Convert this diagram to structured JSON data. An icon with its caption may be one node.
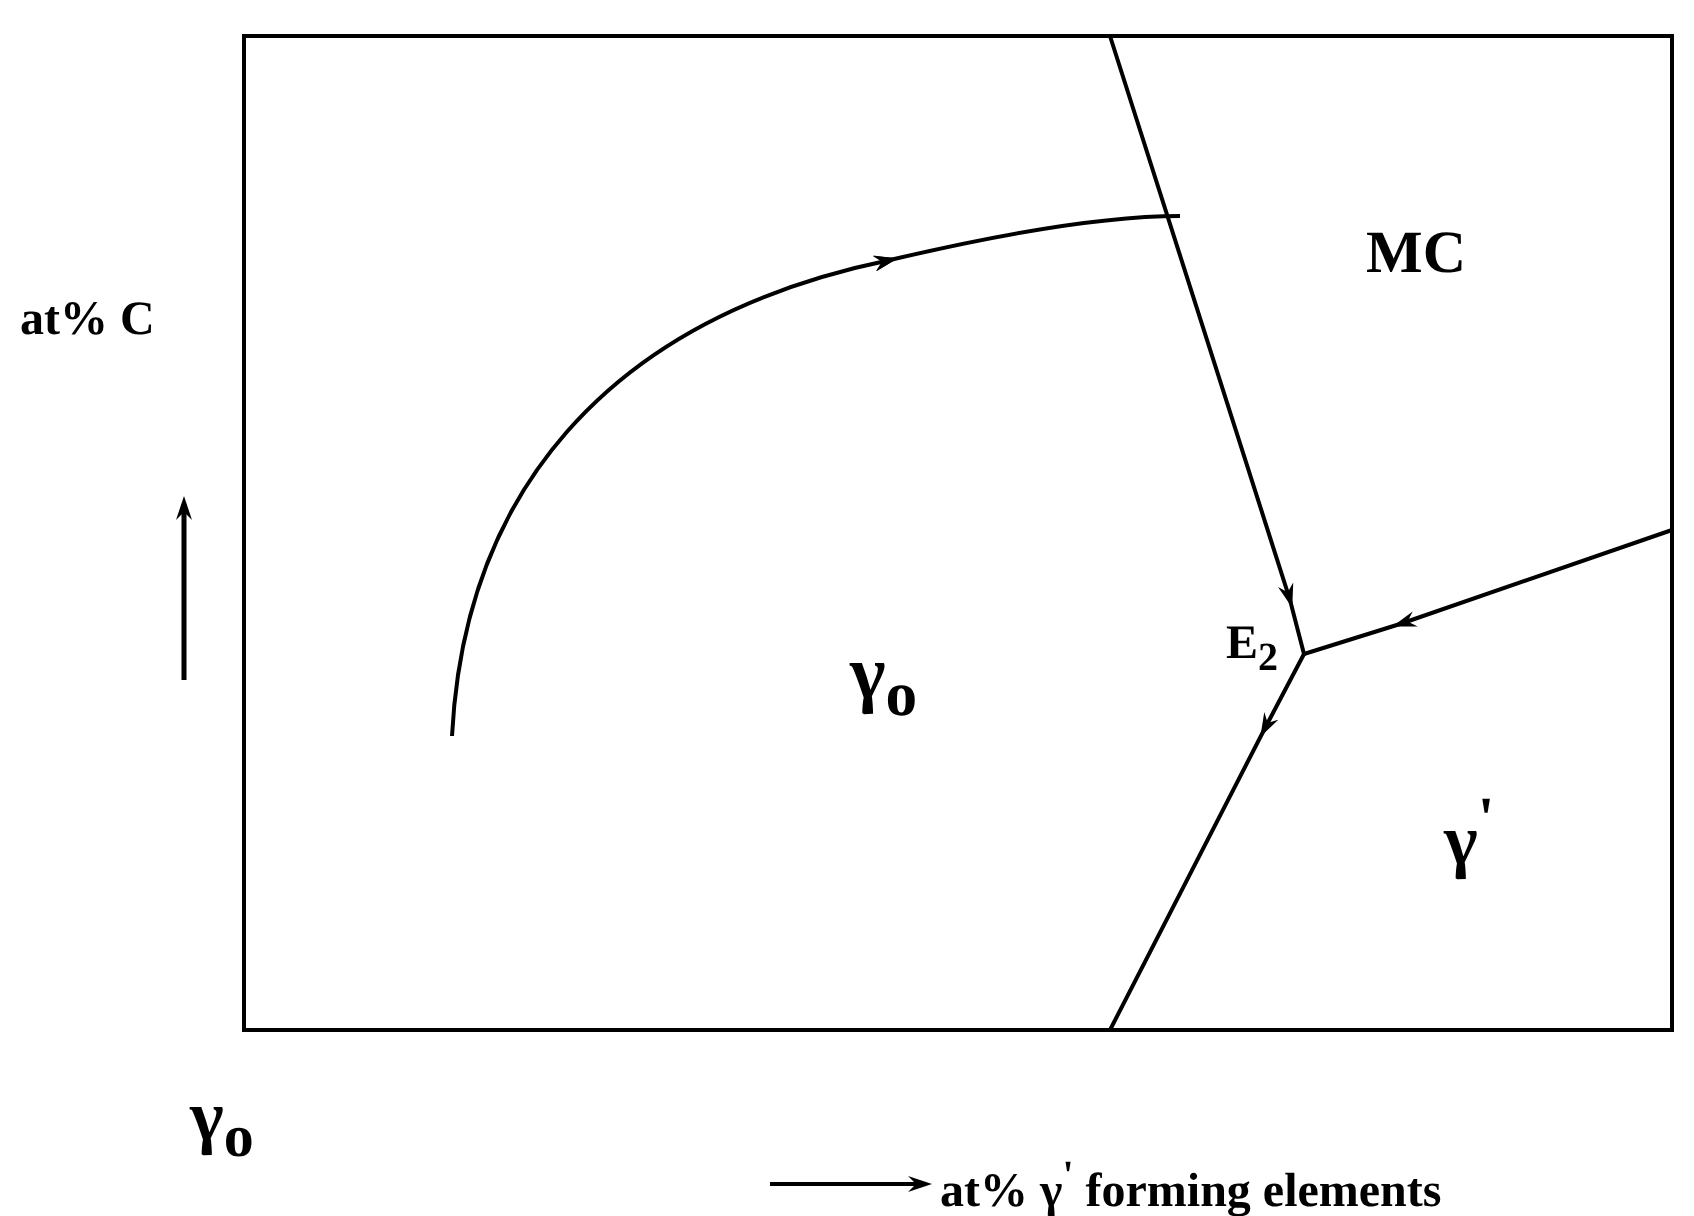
{
  "diagram": {
    "labels": [
      "MC",
      "at% C",
      "E$_{2}$",
      "γ$_{o}$",
      "γ$^{'}$",
      "γ$_{o}$",
      "at% γ$^{'}$ forming elements"
    ]
  }
}
